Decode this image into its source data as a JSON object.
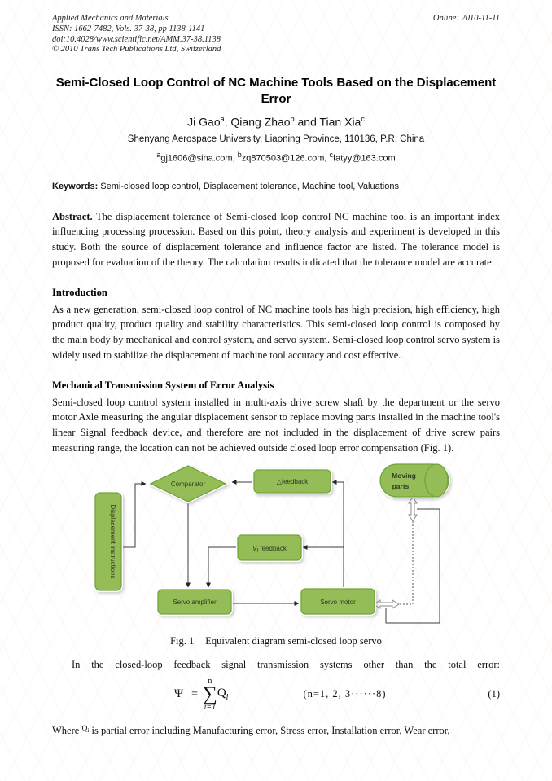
{
  "header": {
    "line1": "Applied Mechanics and Materials",
    "line2": "ISSN: 1662-7482, Vols. 37-38, pp 1138-1141",
    "line3": "doi:10.4028/www.scientific.net/AMM.37-38.1138",
    "line4": "© 2010 Trans Tech Publications Ltd, Switzerland",
    "online": "Online: 2010-11-11"
  },
  "title": "Semi-Closed Loop Control of NC Machine Tools Based on the Displacement Error",
  "authors": {
    "a1": "Ji Gao",
    "sup1": "a",
    "sep1": ", ",
    "a2": "Qiang Zhao",
    "sup2": "b",
    "sep2": " and ",
    "a3": "Tian Xia",
    "sup3": "c"
  },
  "affiliation": "Shenyang Aerospace University, Liaoning Province, 110136, P.R. China",
  "emails": {
    "sup1": "a",
    "e1": "gj1606@sina.com",
    "sep1": ", ",
    "sup2": "b",
    "e2": "zq870503@126.com",
    "sep2": ", ",
    "sup3": "c",
    "e3": "fatyy@163.com"
  },
  "keywords": {
    "label": "Keywords:",
    "text": " Semi-closed loop control, Displacement tolerance, Machine tool, Valuations"
  },
  "abstract": {
    "label": "Abstract.",
    "text": " The displacement tolerance of Semi-closed loop control NC machine tool is an important index influencing processing procession. Based on this point, theory analysis and experiment is developed in this study. Both the source of displacement tolerance and influence factor are listed. The tolerance model is proposed for evaluation of the theory. The calculation results indicated that the tolerance model are accurate."
  },
  "sections": {
    "intro": {
      "heading": "Introduction",
      "body": "As a new generation, semi-closed loop control of NC machine tools has high precision, high efficiency, high product quality, product quality and stability characteristics. This semi-closed loop control is composed by the main body by mechanical and control system, and servo system. Semi-closed loop control servo system is widely used to stabilize the displacement of machine tool accuracy and cost effective."
    },
    "mech": {
      "heading": "Mechanical Transmission System of Error Analysis",
      "body": "Semi-closed loop control system installed in multi-axis drive screw shaft by the department or the servo motor Axle measuring the angular displacement sensor to replace moving parts installed in the machine tool's linear Signal feedback device, and therefore are not included in the displacement of drive screw pairs measuring range, the location can not be achieved outside closed loop error compensation (Fig. 1)."
    }
  },
  "figure": {
    "caption_label": "Fig. 1",
    "caption_text": "Equivalent diagram semi-closed loop servo",
    "nodes": {
      "displacement": "Displacement instructions",
      "comparator": "Comparator",
      "delta_feedback": "△feedback",
      "moving_line1": "Moving",
      "moving_line2": "parts",
      "v_letter": "V",
      "v_sub": "f",
      "v_rest": " feedback",
      "servo_amplifier": "Servo amplifier",
      "servo_motor": "Servo motor"
    },
    "colors": {
      "node_fill": "#94bd57",
      "node_stroke": "#73a33c"
    }
  },
  "equation": {
    "intro_line": "In the closed-loop feedback signal transmission systems other than the total error:",
    "psi": "Ψ",
    "equals": "=",
    "sum_top": "n",
    "sum_symbol": "∑",
    "sum_bottom": "i=1",
    "q": "Q",
    "q_sub": "i",
    "note": "(n=1, 2, 3······8)",
    "number": "(1)"
  },
  "where_line": {
    "prefix": "Where ",
    "q": "Q",
    "q_sub": "i",
    "text": " is partial error including Manufacturing error, Stress error, Installation error, Wear error,"
  }
}
